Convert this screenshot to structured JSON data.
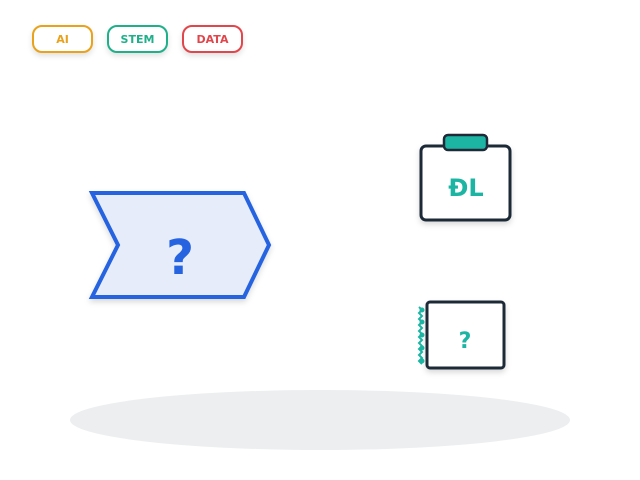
{
  "tags": [
    {
      "label": "AI",
      "color": "#e8a21c"
    },
    {
      "label": "STEM",
      "color": "#1fb08a"
    },
    {
      "label": "DATA",
      "color": "#e0474c"
    }
  ],
  "chevron": {
    "label": "?",
    "stroke": "#2563e0",
    "fill": "#e6ecfa",
    "text_color": "#2563e0"
  },
  "clipboard": {
    "label": "ĐL",
    "frame": "#1f2937",
    "clip": "#1cb5a3",
    "text_color": "#1cb5a3"
  },
  "notebook": {
    "label": "?",
    "frame": "#1f2937",
    "rings": "#1cb5a3",
    "text_color": "#1cb5a3"
  },
  "colors": {
    "ground": "#eceef0"
  }
}
